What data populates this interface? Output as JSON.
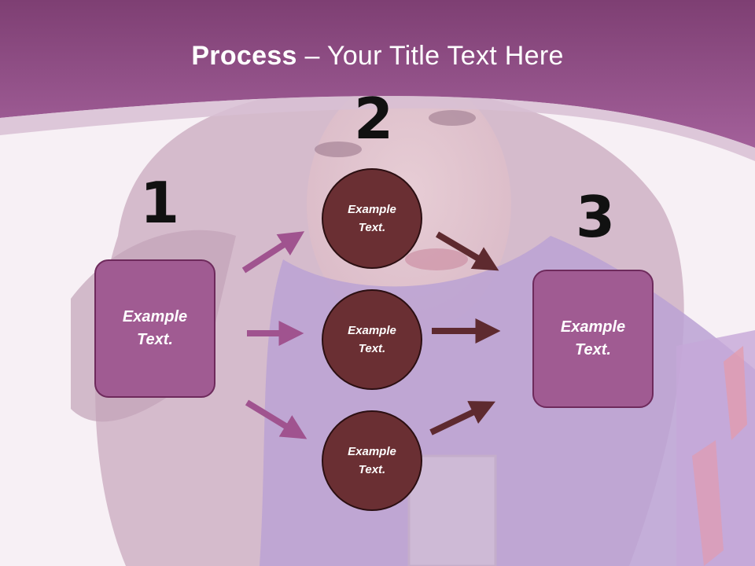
{
  "title": {
    "bold": "Process",
    "rest": " – Your Title Text Here"
  },
  "steps": [
    {
      "number": "1",
      "text": "Example\nText."
    },
    {
      "number": "2",
      "text": "Example\nText."
    },
    {
      "number": "3",
      "text": "Example\nText."
    }
  ],
  "nodes": [
    {
      "text": "Example\nText."
    },
    {
      "text": "Example\nText."
    },
    {
      "text": "Example\nText."
    }
  ],
  "colors": {
    "header": "#9a5a8e",
    "box_fill": "#a05b92",
    "circle_fill": "#6a2f33",
    "arrow_left": "#a0538f",
    "arrow_right": "#5e2a2f"
  }
}
